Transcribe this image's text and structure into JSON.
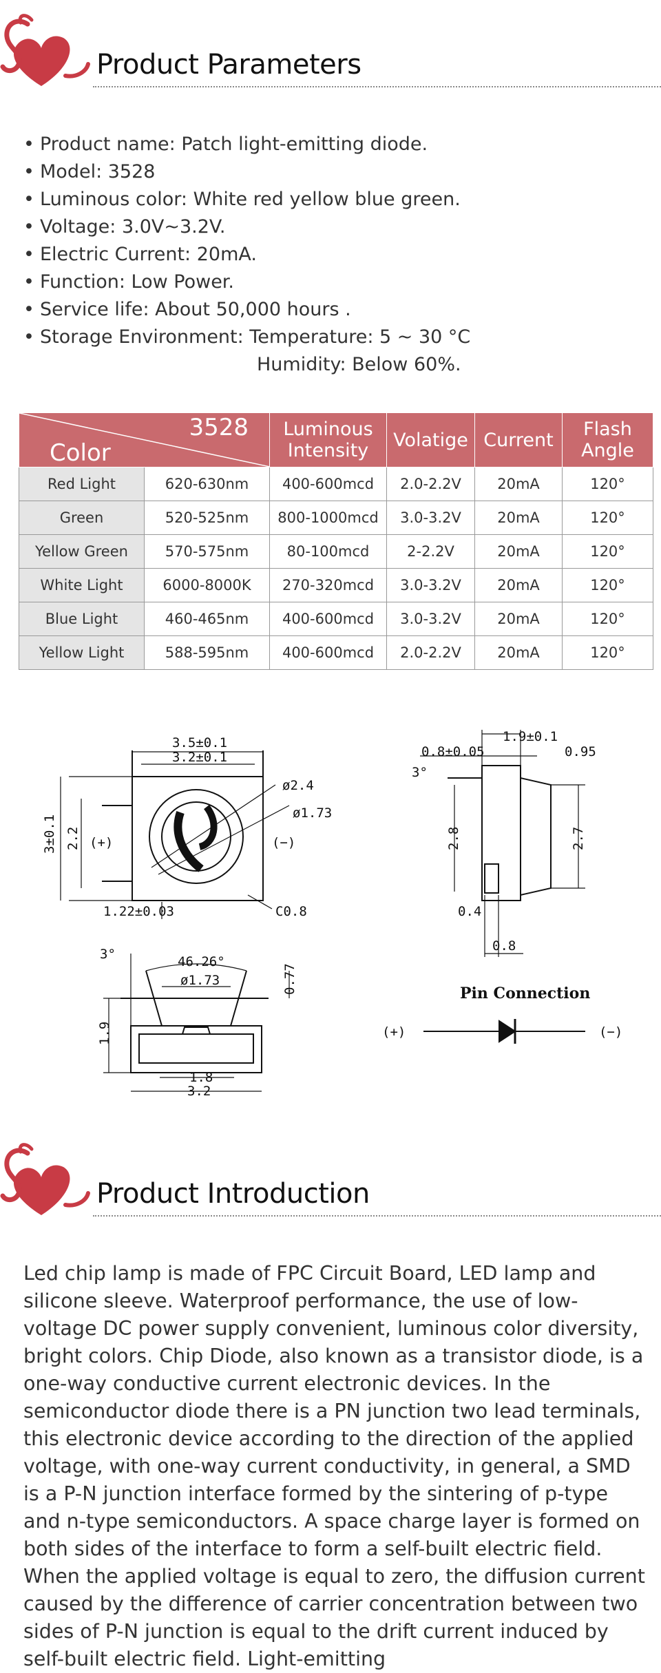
{
  "sections": {
    "parameters_title": "Product Parameters",
    "introduction_title": "Product Introduction"
  },
  "parameters": [
    "Product name:  Patch light-emitting diode.",
    "Model:  3528",
    "Luminous color:  White red yellow blue green.",
    "Voltage:  3.0V~3.2V.",
    "Electric Current: 20mA.",
    "Function: Low Power.",
    "Service life: About 50,000 hours .",
    "Storage Environment: Temperature: 5 ~ 30 °C"
  ],
  "parameters_continuation": "Humidity: Below 60%.",
  "table": {
    "corner_model": "3528",
    "corner_color": "Color",
    "headers": [
      "Luminous Intensity",
      "Volatige",
      "Current",
      "Flash Angle"
    ],
    "rows": [
      [
        "Red Light",
        "620-630nm",
        "400-600mcd",
        "2.0-2.2V",
        "20mA",
        "120°"
      ],
      [
        "Green",
        "520-525nm",
        "800-1000mcd",
        "3.0-3.2V",
        "20mA",
        "120°"
      ],
      [
        "Yellow Green",
        "570-575nm",
        "80-100mcd",
        "2-2.2V",
        "20mA",
        "120°"
      ],
      [
        "White Light",
        "6000-8000K",
        "270-320mcd",
        "3.0-3.2V",
        "20mA",
        "120°"
      ],
      [
        "Blue Light",
        "460-465nm",
        "400-600mcd",
        "3.0-3.2V",
        "20mA",
        "120°"
      ],
      [
        "Yellow Light",
        "588-595nm",
        "400-600mcd",
        "2.0-2.2V",
        "20mA",
        "120°"
      ]
    ]
  },
  "drawing": {
    "top_view": {
      "width_outer": "3.5±0.1",
      "width_inner": "3.2±0.1",
      "dia_outer": "ø2.4",
      "dia_inner": "ø1.73",
      "height_outer": "3±0.1",
      "height_inner": "2.2",
      "plus": "(+)",
      "minus": "(−)",
      "pad": "1.22±0.03",
      "chamfer": "C0.8"
    },
    "side_view": {
      "total": "1.9±0.1",
      "lead": "0.8±0.05",
      "right": "0.95",
      "angle": "3°",
      "height_left": "2.8",
      "height_right": "2.7",
      "small": "0.4",
      "bottom": "0.8"
    },
    "front_view": {
      "angle_small": "3°",
      "angle": "46.26°",
      "lens": "ø1.73",
      "lens_h": "0.77",
      "height": "1.9",
      "inner_w": "1.8",
      "outer_w": "3.2"
    },
    "pin": {
      "title": "Pin Connection",
      "plus": "(+)",
      "minus": "(−)"
    }
  },
  "introduction": "Led chip lamp is made of FPC Circuit Board, LED lamp and silicone sleeve. Waterproof performance, the use of low-voltage DC power supply convenient, luminous color diversity, bright colors. Chip Diode, also known as a transistor diode, is a one-way conductive current electronic devices. In the semiconductor diode there is a PN junction two lead terminals, this electronic device according to the direction of the applied voltage, with one-way current conductivity, in general, a SMD is a P-N junction interface formed by the sintering of p-type and n-type semiconductors. A space charge layer is formed on both sides of the interface to form a self-built electric field. When the applied voltage is equal to zero, the diffusion current caused by the difference of carrier concentration between two sides of P-N junction is equal to the drift current induced by self-built electric field. Light-emitting"
}
